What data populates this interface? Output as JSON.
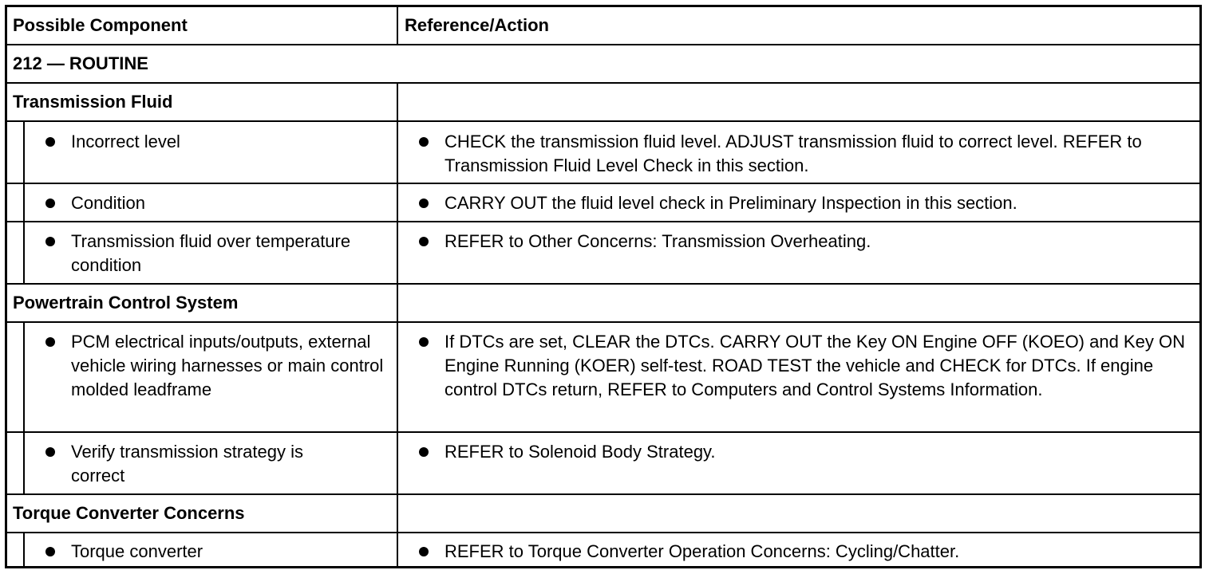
{
  "header": {
    "col1": "Possible Component",
    "col2": "Reference/Action"
  },
  "routine": "212 — ROUTINE",
  "sections": [
    {
      "title": "Transmission Fluid",
      "items": [
        {
          "component": "Incorrect level",
          "action": "CHECK the transmission fluid level. ADJUST transmission fluid to correct level. REFER to Transmission Fluid Level Check in this section."
        },
        {
          "component": "Condition",
          "action": "CARRY OUT the fluid level check in Preliminary Inspection in this section."
        },
        {
          "component": "Transmission fluid over temperature condition",
          "action": "REFER to Other Concerns: Transmission Overheating."
        }
      ]
    },
    {
      "title": "Powertrain Control System",
      "items": [
        {
          "component": "PCM electrical inputs/outputs, external vehicle wiring harnesses or main control molded leadframe",
          "action": "If DTCs are set, CLEAR the DTCs. CARRY OUT the Key ON Engine OFF (KOEO) and Key ON Engine Running (KOER) self-test. ROAD TEST the vehicle and CHECK for DTCs. If engine control DTCs return, REFER to Computers and Control Systems Information."
        },
        {
          "component": "Verify transmission strategy is correct",
          "action": "REFER to Solenoid Body Strategy."
        }
      ]
    },
    {
      "title": "Torque Converter Concerns",
      "items": [
        {
          "component": "Torque converter",
          "action": "REFER to Torque Converter Operation Concerns: Cycling/Chatter."
        }
      ]
    }
  ]
}
